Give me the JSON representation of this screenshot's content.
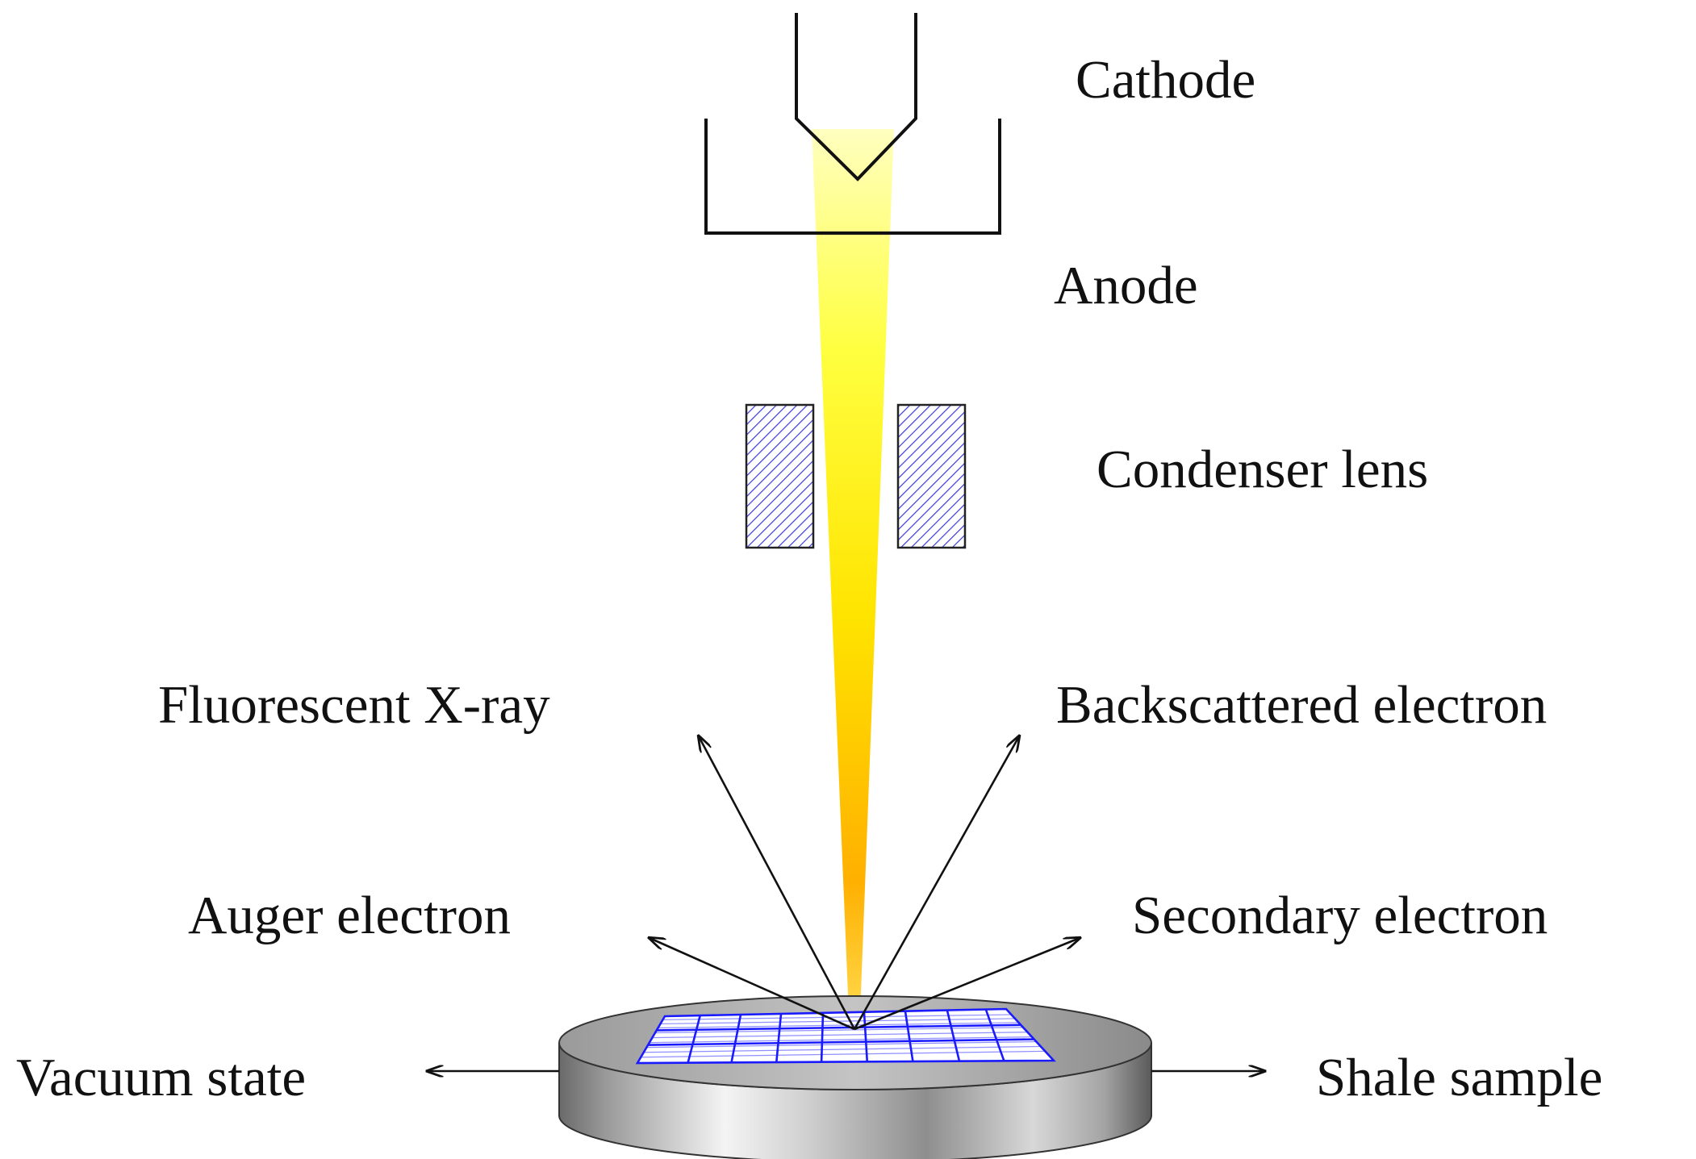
{
  "labels": {
    "cathode": "Cathode",
    "anode": "Anode",
    "condenser_lens": "Condenser lens",
    "fluorescent_xray": "Fluorescent X-ray",
    "backscattered_electron": "Backscattered electron",
    "auger_electron": "Auger electron",
    "secondary_electron": "Secondary electron",
    "vacuum_state": "Vacuum state",
    "shale_sample": "Shale sample"
  },
  "colors": {
    "beam_top": "#ffffb0",
    "beam_mid": "#ffee00",
    "beam_bottom": "#ffa800",
    "lens_hatch": "#3b3bd9",
    "sample_grid": "#1a1aff",
    "line": "#111111"
  }
}
